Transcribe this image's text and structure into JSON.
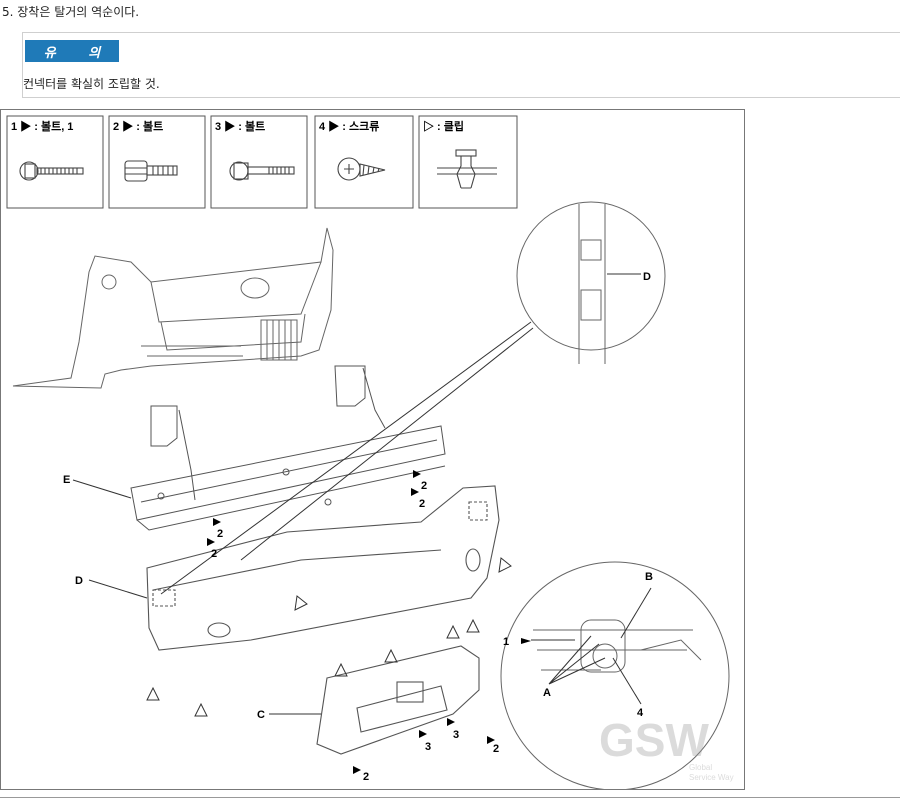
{
  "step_text": "5. 장착은 탈거의 역순이다.",
  "caution": {
    "badge": "유 의",
    "text": "컨넥터를 확실히 조립할 것."
  },
  "legend": [
    {
      "key": "1 ▶ : 볼트, 1",
      "icon": "bolt-flange-icon"
    },
    {
      "key": "2 ▶ : 볼트",
      "icon": "bolt-hex-icon"
    },
    {
      "key": "3 ▶ : 볼트",
      "icon": "bolt-washer-icon"
    },
    {
      "key": "4 ▶ : 스크류",
      "icon": "screw-icon"
    },
    {
      "key": "▷ : 클립",
      "icon": "clip-icon"
    }
  ],
  "callouts": {
    "A": "A",
    "B": "B",
    "C": "C",
    "D": "D",
    "E": "E",
    "n1": "1",
    "n2": "2",
    "n3": "3",
    "n4": "4"
  },
  "watermark": {
    "logo": "GSW",
    "sub1": "Global",
    "sub2": "Service Way"
  }
}
